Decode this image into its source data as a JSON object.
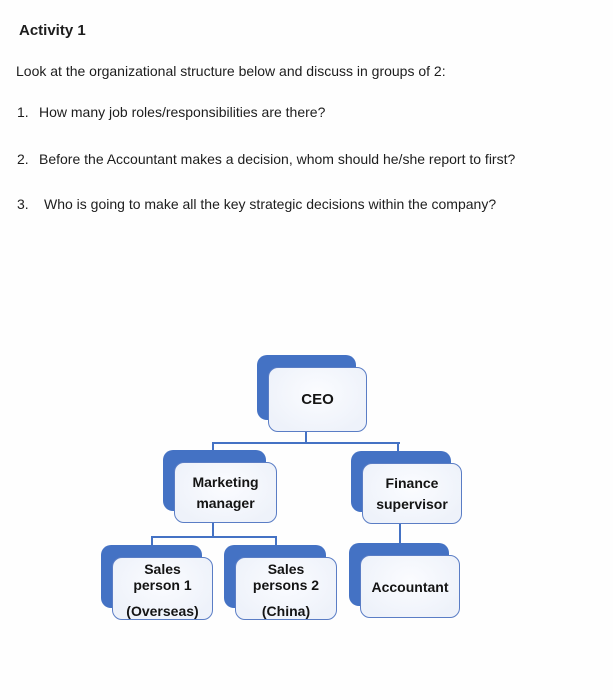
{
  "document": {
    "title": "Activity 1",
    "intro": "Look at the organizational structure below and discuss in groups of 2:",
    "questions": [
      {
        "number": "1.",
        "text": "How many job roles/responsibilities are there?"
      },
      {
        "number": "2.",
        "text": "Before the Accountant makes a decision, whom should he/she report to first?"
      },
      {
        "number": "3.",
        "text": "Who is going to make all the key strategic decisions within the company?"
      }
    ]
  },
  "org_chart": {
    "type": "hierarchy",
    "colors": {
      "accent": "#4472C4",
      "box-border": "#5A7DC5",
      "box-fill": "#EEF2FA",
      "box-fill-light": "#FBFCFF",
      "box-text": "#141414"
    },
    "nodes": [
      {
        "id": "ceo",
        "label": "CEO",
        "lines": [
          "CEO"
        ],
        "reports_to": null
      },
      {
        "id": "marketing-manager",
        "label": "Marketing manager",
        "lines": [
          "Marketing",
          "manager"
        ],
        "reports_to": "ceo"
      },
      {
        "id": "finance-supervisor",
        "label": "Finance supervisor",
        "lines": [
          "Finance",
          "supervisor"
        ],
        "reports_to": "ceo"
      },
      {
        "id": "sales-person-1",
        "label": "Sales person 1 (Overseas)",
        "lines": [
          "Sales",
          "person 1",
          "(Overseas)"
        ],
        "reports_to": "marketing-manager"
      },
      {
        "id": "sales-persons-2",
        "label": "Sales persons 2 (China)",
        "lines": [
          "Sales",
          "persons 2",
          "(China)"
        ],
        "reports_to": "marketing-manager"
      },
      {
        "id": "accountant",
        "label": "Accountant",
        "lines": [
          "Accountant"
        ],
        "reports_to": "finance-supervisor"
      }
    ]
  }
}
